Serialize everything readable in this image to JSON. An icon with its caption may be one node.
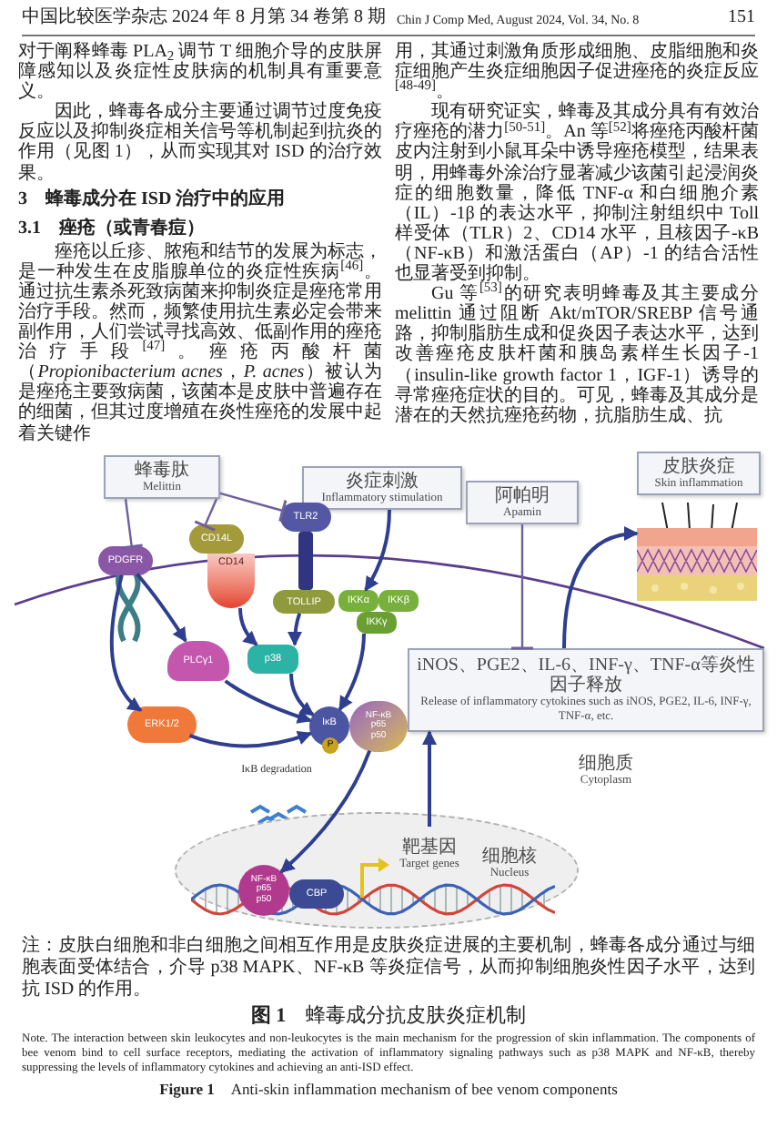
{
  "diagram": {
    "title": "**图 1**　蜂毒成分抗皮肤炎症机制",
    "caption": "**Figure 1**　Anti-skin inflammation mechanism of bee venom components",
    "nodes": [
      {
        "text": [
          "蜂毒肽",
          "Melittin"
        ]
      },
      {
        "text": [
          "炎症刺激",
          "Inflammatory stimulation"
        ]
      },
      {
        "text": [
          "阿帕明",
          "Apamin"
        ]
      },
      {
        "text": [
          "皮肤炎症",
          "Skin inflammation"
        ]
      },
      {
        "text": [],
        "shape": "picture"
      },
      {
        "text": [
          "PDGFR"
        ]
      },
      {
        "text": [
          "CD14L"
        ]
      },
      {
        "text": [
          "CD14"
        ]
      },
      {
        "text": [
          "TLR2"
        ]
      },
      {
        "text": [
          "TOLLIP"
        ]
      },
      {
        "text": [
          "IKKα"
        ]
      },
      {
        "text": [
          "IKKβ"
        ]
      },
      {
        "text": [
          "IKKγ"
        ]
      },
      {
        "text": [
          "PLCγ1"
        ]
      },
      {
        "text": [
          "p38"
        ]
      },
      {
        "text": [
          "ERK1/2"
        ]
      },
      {
        "text": [
          "IκB"
        ]
      },
      {
        "text": [
          "P"
        ]
      },
      {
        "text": [
          "NF-κB",
          "p65",
          "p50"
        ]
      },
      {
        "text": [
          "细胞核",
          "Nucleus"
        ]
      },
      {
        "text": [
          "NF-κB",
          "p65",
          "p50"
        ],
        "in": 19
      },
      {
        "text": [
          "CBP"
        ],
        "in": 19
      },
      {
        "text": [
          "靶基因",
          "Target genes"
        ],
        "in": 19
      },
      {
        "text": [
          "iNOS、PGE2、IL-6、INF-γ、TNF-α等炎性因子释放",
          "Release of inflammatory cytokines such as iNOS, PGE2, IL-6, INF-γ, TNF-α, etc."
        ]
      }
    ],
    "edges": [
      {
        "from": 0,
        "to": 5,
        "arrow": "other",
        "color": "#6f5f9c"
      },
      {
        "from": 0,
        "to": 6,
        "arrow": "other",
        "color": "#6f5f9c"
      },
      {
        "from": 0,
        "to": 8,
        "arrow": "other",
        "color": "#6f5f9c"
      },
      {
        "from": 1,
        "to": 10,
        "arrow": "to"
      },
      {
        "from": 2,
        "to": 23,
        "arrow": "other",
        "color": "#6f5f9c"
      },
      {
        "from": 5,
        "to": 13,
        "arrow": "to"
      },
      {
        "from": 5,
        "to": 15,
        "arrow": "to"
      },
      {
        "from": 7,
        "to": 14,
        "arrow": "to"
      },
      {
        "from": 9,
        "to": 14,
        "arrow": "to"
      },
      {
        "from": 13,
        "to": 16,
        "arrow": "to"
      },
      {
        "from": 15,
        "to": 16,
        "arrow": "to"
      },
      {
        "from": 14,
        "to": 16,
        "arrow": "to"
      },
      {
        "from": 12,
        "to": 16,
        "arrow": "to"
      },
      {
        "from": 18,
        "to": 20,
        "arrow": "to"
      },
      {
        "from": 22,
        "to": 23,
        "arrow": "to"
      },
      {
        "from": 23,
        "to": 4,
        "arrow": "to"
      }
    ],
    "labels": [
      "中国比较医学杂志 2024 年 8 月第 34 卷第 8 期",
      "Chin J Comp Med, August 2024, Vol. 34, No. 8",
      "151",
      "对于阐释蜂毒 PLA$_{2}$ 调节 T 细胞介导的皮肤屏障感知以及炎症性皮肤病的机制具有重要意义。",
      "因此，蜂毒各成分主要通过调节过度免疫反应以及抑制炎症相关信号等机制起到抗炎的作用（见图 1），从而实现其对 ISD 的治疗效果。",
      "3　蜂毒成分在 ISD 治疗中的应用",
      "3.1　痤疮（或青春痘）",
      "痤疮以丘疹、脓疱和结节的发展为标志，是一种发生在皮脂腺单位的炎症性疾病$^{[46]}$。通过抗生素杀死致病菌来抑制炎症是痤疮常用治疗手段。然而，频繁使用抗生素必定会带来副作用，人们尝试寻找高效、低副作用的痤疮治疗手段$^{[47]}$。痤疮丙酸杆菌（*Propionibacterium acnes*，*P. acnes*）被认为是痤疮主要致病菌，该菌本是皮肤中普遍存在的细菌，但其过度增殖在炎性痤疮的发展中起着关键作",
      "用，其通过刺激角质形成细胞、皮脂细胞和炎症细胞产生炎症细胞因子促进痤疮的炎症反应$^{[48-49]}$。",
      "现有研究证实，蜂毒及其成分具有有效治疗痤疮的潜力$^{[50-51]}$。An 等$^{[52]}$将痤疮丙酸杆菌皮内注射到小鼠耳朵中诱导痤疮模型，结果表明，用蜂毒外涂治疗显著减少该菌引起浸润炎症的细胞数量，降低 TNF-α 和白细胞介素（IL）-1β 的表达水平，抑制注射组织中 Toll 样受体（TLR）2、CD14 水平，且核因子-κB（NF-κB）和激活蛋白（AP）-1 的结合活性也显著受到抑制。",
      "Gu 等$^{[53]}$的研究表明蜂毒及其主要成分 melittin 通过阻断 Akt/mTOR/SREBP 信号通路，抑制脂肪生成和促炎因子表达水平，达到改善痤疮皮肤杆菌和胰岛素样生长因子-1（insulin-like growth factor 1，IGF-1）诱导的寻常痤疮症状的目的。可见，蜂毒及其成分是潜在的天然抗痤疮药物，抗脂肪生成、抗",
      "IκB degradation",
      "细胞质",
      "Cytoplasm",
      "注：皮肤白细胞和非白细胞之间相互作用是皮肤炎症进展的主要机制，蜂毒各成分通过与细胞表面受体结合，介导 p38 MAPK、NF-κB 等炎症信号，从而抑制细胞炎性因子水平，达到抗 ISD 的作用。",
      "Note. The interaction between skin leukocytes and non-leukocytes is the main mechanism for the progression of skin inflammation. The components of bee venom bind to cell surface receptors, mediating the activation of inflammatory signaling pathways such as p38 MAPK and NF-κB, thereby suppressing the levels of inflammatory cytokines and achieving an anti-ISD effect."
    ]
  }
}
